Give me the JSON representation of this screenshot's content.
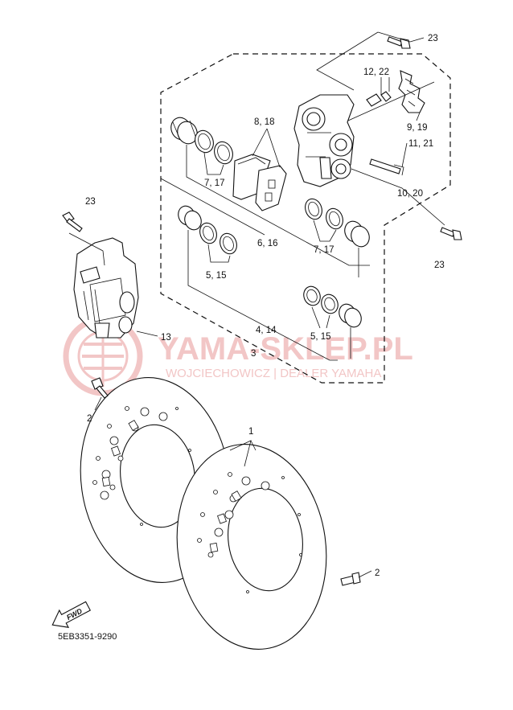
{
  "watermark": {
    "main_text": "YAMA-SKLEP.PL",
    "sub_text": "WOJCIECHOWICZ | DEALER YAMAHA",
    "color": "#f2c6c6"
  },
  "diagram_code": "5EB3351-9290",
  "fwd_label": "FWD",
  "callouts": {
    "c1": "1",
    "c2_left": "2",
    "c2_right": "2",
    "c3": "3",
    "c4_14": "4, 14",
    "c5_15_upper": "5, 15",
    "c5_15_lower": "5, 15",
    "c6_16": "6, 16",
    "c7_17_upper": "7, 17",
    "c7_17_lower": "7, 17",
    "c8_18": "8, 18",
    "c9_19": "9, 19",
    "c10_20": "10, 20",
    "c11_21": "11, 21",
    "c12_22": "12, 22",
    "c13": "13",
    "c23_top": "23",
    "c23_left": "23",
    "c23_right": "23"
  }
}
